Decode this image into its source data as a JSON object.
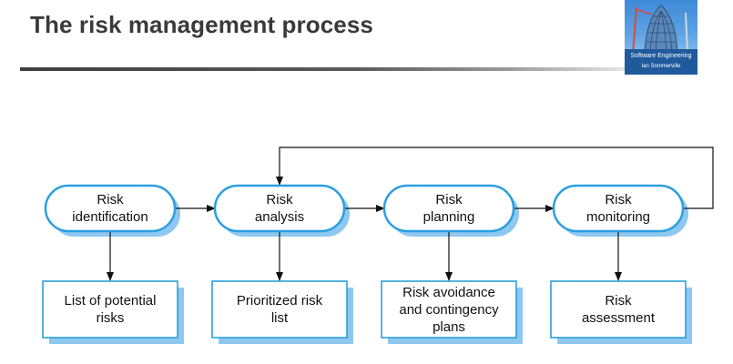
{
  "title": "The risk management process",
  "book_cover": {
    "title": "Software Engineering",
    "author": "Ian Sommerville"
  },
  "colors": {
    "process_border": "#2a9fe0",
    "output_border": "#1e9ad6",
    "shadow": "#8ec8f0",
    "arrow": "#111111"
  },
  "processes": [
    {
      "label": "Risk\nidentification"
    },
    {
      "label": "Risk\nanalysis"
    },
    {
      "label": "Risk\nplanning"
    },
    {
      "label": "Risk\nmonitoring"
    }
  ],
  "outputs": [
    {
      "label": "List of potential\nrisks"
    },
    {
      "label": "Prioritized risk\nlist"
    },
    {
      "label": "Risk avoidance\nand contingency\nplans"
    },
    {
      "label": "Risk\nassessment"
    }
  ]
}
